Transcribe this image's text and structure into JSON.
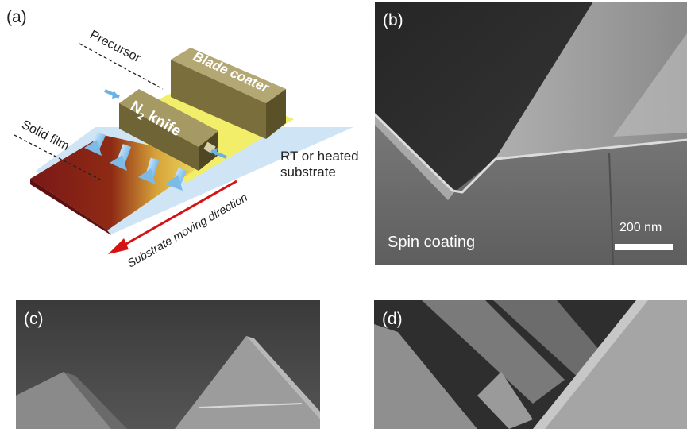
{
  "figure": {
    "panels": {
      "a": {
        "label": "(a)",
        "precursor": "Precursor",
        "blade_coater": "Blade coater",
        "n2_knife_n": "N",
        "n2_knife_sub": "2",
        "n2_knife_rest": " knife",
        "solid_film": "Solid film",
        "rt_line1": "RT or heated",
        "rt_line2": "substrate",
        "moving_direction": "Substrate moving direction"
      },
      "b": {
        "label": "(b)",
        "method": "Spin coating",
        "scale_bar": "200 nm"
      },
      "c": {
        "label": "(c)"
      },
      "d": {
        "label": "(d)"
      }
    }
  }
}
